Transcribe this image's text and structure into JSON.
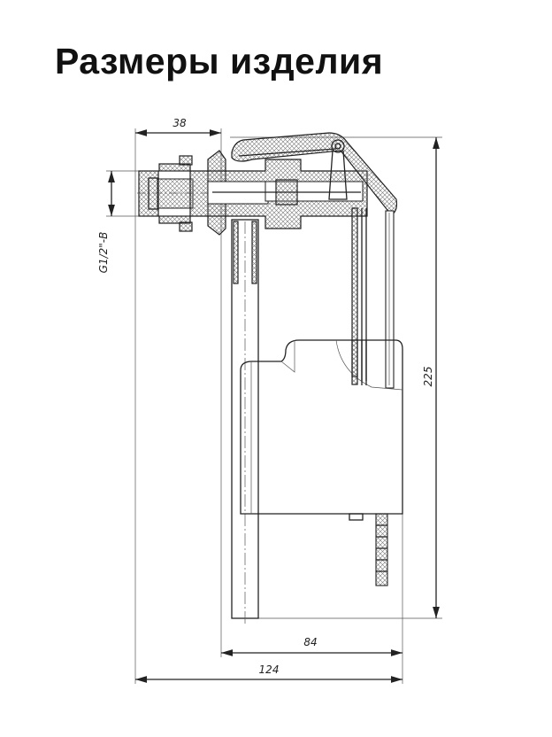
{
  "title": "Размеры изделия",
  "dimensions": {
    "inlet_depth": "38",
    "thread": "G1/2\"-B",
    "height": "225",
    "float_width": "84",
    "total_width": "124"
  }
}
